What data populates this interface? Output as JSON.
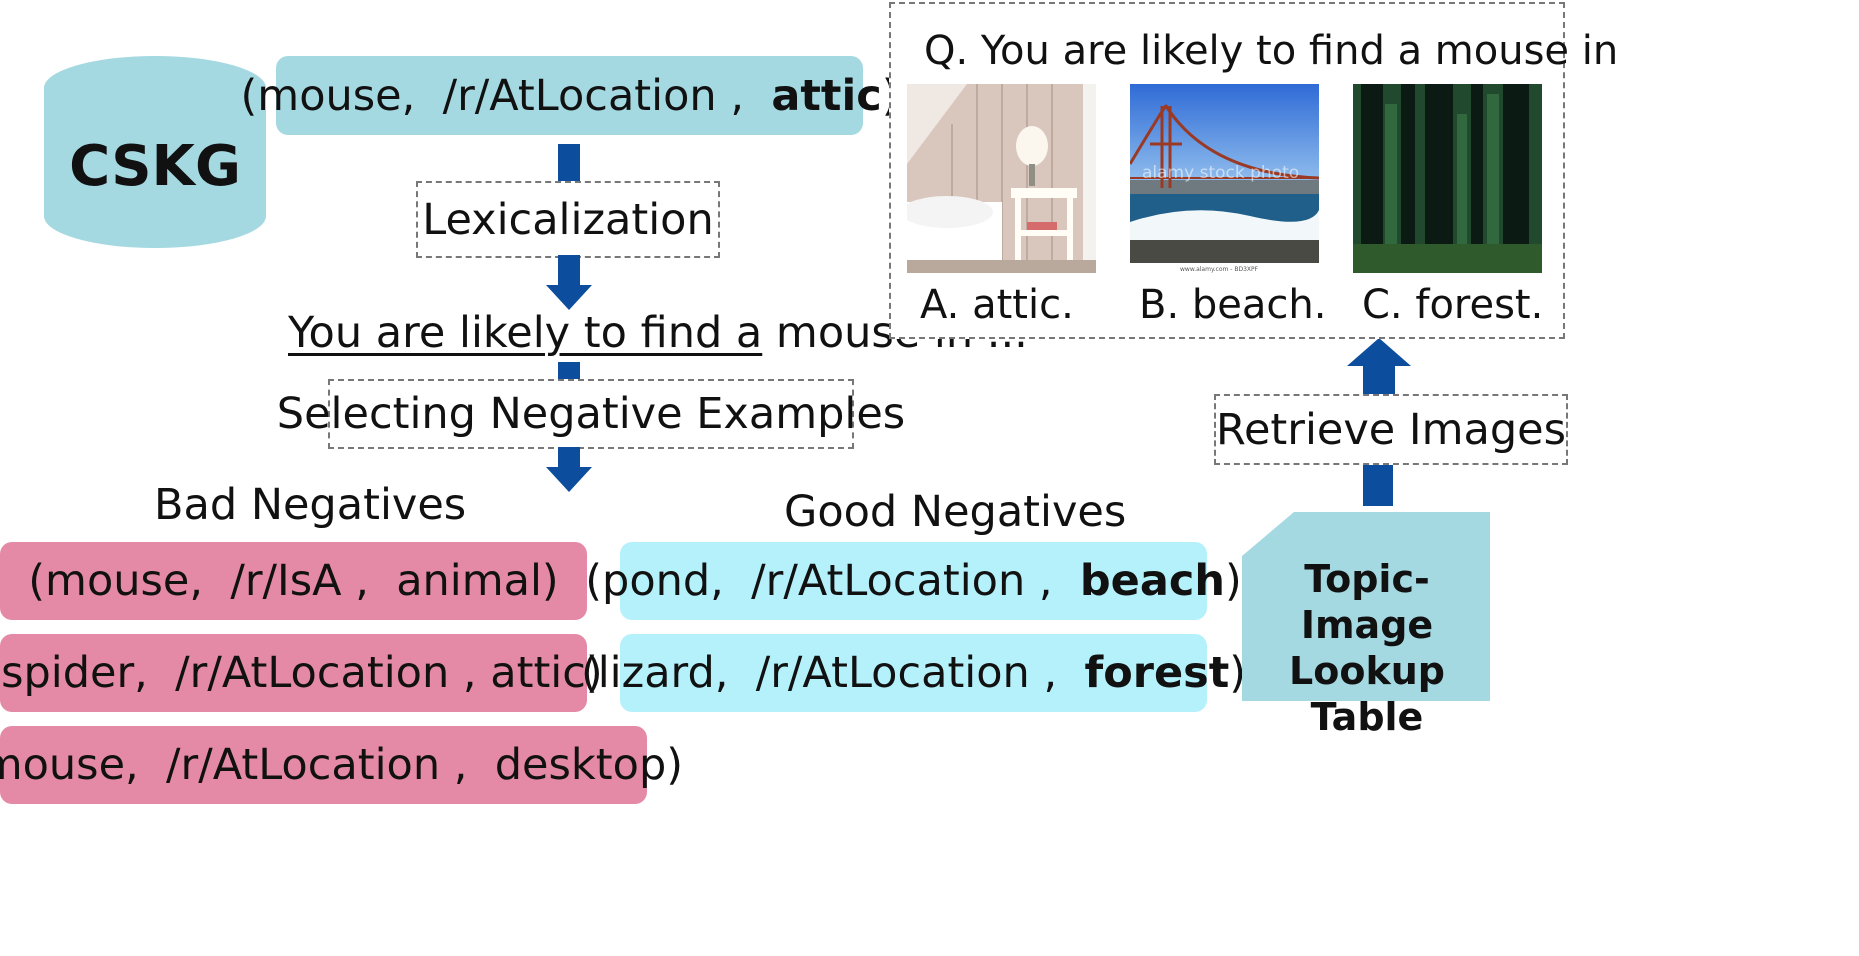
{
  "cskg": {
    "label": "CSKG"
  },
  "triples": {
    "positive": {
      "open": "(mouse,  /r/AtLocation ,  ",
      "tail": "attic",
      "close": ")"
    },
    "bad": [
      "(mouse,  /r/IsA ,  animal)",
      "(spider,  /r/AtLocation , attic)",
      "(mouse,  /r/AtLocation ,  desktop)"
    ],
    "good": [
      {
        "open": "(pond,  /r/AtLocation ,  ",
        "tail": "beach",
        "close": ")"
      },
      {
        "open": "(lizard,  /r/AtLocation ,  ",
        "tail": "forest",
        "close": ")"
      }
    ]
  },
  "steps": {
    "lexicalization": "Lexicalization",
    "selecting": "Selecting Negative Examples",
    "retrieve": "Retrieve Images"
  },
  "sentence": {
    "underlined": "You are likely to find a",
    "rest": " mouse in ..."
  },
  "bad_negatives_title": "Bad Negatives",
  "good_negatives_title": "Good Negatives",
  "lookup": {
    "line1": "Topic-Image",
    "line2": "Lookup",
    "line3": "Table"
  },
  "question": {
    "text": "Q. You are likely to find a mouse in",
    "options": [
      "A. attic.",
      "B. beach.",
      "C. forest."
    ],
    "watermark": "alamy stock photo",
    "image_credit": "www.alamy.com - BD3XPF"
  },
  "colors": {
    "teal": "#a5d9e2",
    "pink": "#e58aa6",
    "cyan": "#b4f1fb",
    "arrow": "#0d4d9e"
  }
}
